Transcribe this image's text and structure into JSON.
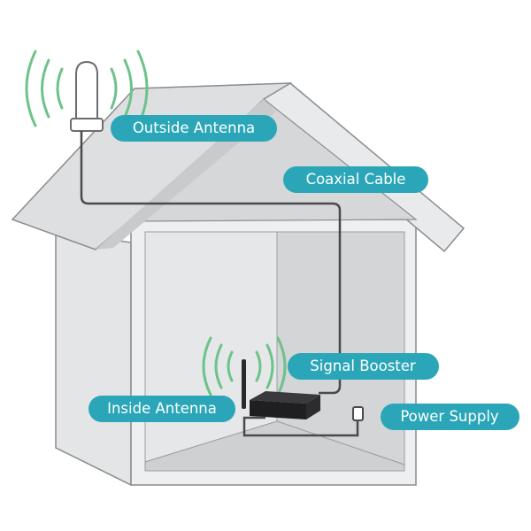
{
  "labels": {
    "outside_antenna": "Outside Antenna",
    "coaxial_cable": "Coaxial Cable",
    "signal_booster": "Signal Booster",
    "inside_antenna": "Inside Antenna",
    "power_supply": "Power Supply"
  },
  "colors": {
    "label_fill": "#2aa6b8",
    "signal_wave": "#6cc38a",
    "house_light": "#eeeff0",
    "house_mid": "#dfe0e2",
    "house_dark": "#d2d3d5",
    "house_outline": "#8a8c8e",
    "cable": "#4a4a4c",
    "booster": "#2a2a2c"
  }
}
